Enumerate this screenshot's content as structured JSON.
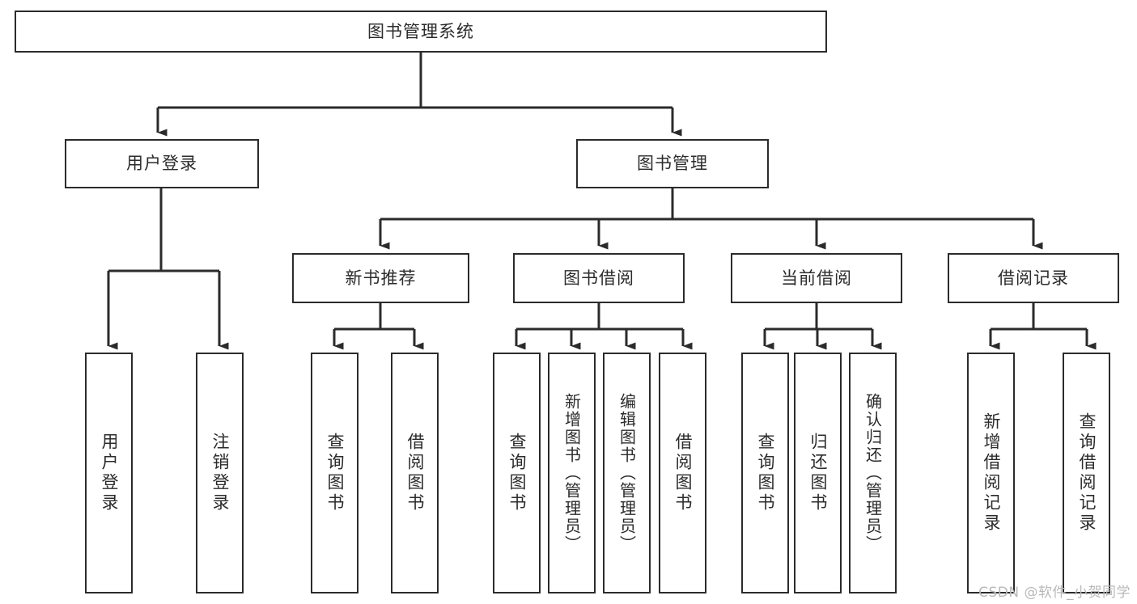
{
  "diagram": {
    "title": "图书管理系统",
    "type": "tree-hierarchy",
    "colors": {
      "line": "#2b2b2b",
      "box_fill": "#ffffff",
      "watermark": "#b9b9b9"
    },
    "nodes": {
      "root": {
        "label": "图书管理系统"
      },
      "level2": [
        {
          "id": "user-login",
          "label": "用户登录"
        },
        {
          "id": "book-manage",
          "label": "图书管理"
        }
      ],
      "level3": [
        {
          "id": "new-book-recommend",
          "label": "新书推荐"
        },
        {
          "id": "book-borrow",
          "label": "图书借阅"
        },
        {
          "id": "current-borrow",
          "label": "当前借阅"
        },
        {
          "id": "borrow-record",
          "label": "借阅记录"
        }
      ],
      "leaves": {
        "user-login": [
          {
            "id": "leaf-user-login",
            "label": "用户登录"
          },
          {
            "id": "leaf-user-logout",
            "label": "注销登录"
          }
        ],
        "new-book-recommend": [
          {
            "id": "leaf-query-book-1",
            "label": "查询图书"
          },
          {
            "id": "leaf-borrow-book-1",
            "label": "借阅图书"
          }
        ],
        "book-borrow": [
          {
            "id": "leaf-query-book-2",
            "label": "查询图书"
          },
          {
            "id": "leaf-add-book",
            "label": "新增图书（管理员）"
          },
          {
            "id": "leaf-edit-book",
            "label": "编辑图书（管理员）"
          },
          {
            "id": "leaf-borrow-book-2",
            "label": "借阅图书"
          }
        ],
        "current-borrow": [
          {
            "id": "leaf-query-book-3",
            "label": "查询图书"
          },
          {
            "id": "leaf-return-book",
            "label": "归还图书"
          },
          {
            "id": "leaf-confirm-return",
            "label": "确认归还（管理员）"
          }
        ],
        "borrow-record": [
          {
            "id": "leaf-add-record",
            "label": "新增借阅记录"
          },
          {
            "id": "leaf-query-record",
            "label": "查询借阅记录"
          }
        ]
      }
    },
    "watermark": "CSDN @软件_小贺同学"
  }
}
